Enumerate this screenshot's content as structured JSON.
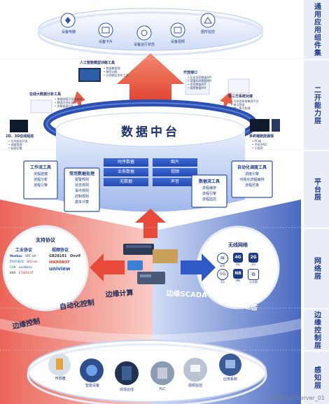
{
  "layers": [
    "通用应用组件集",
    "二开能力层",
    "平台层",
    "网络层",
    "边缘控制层",
    "感知层"
  ],
  "top_components": [
    "设备电器",
    "设备卡片",
    "设备运行状态",
    "设备视频",
    "图形监控"
  ],
  "capabilities": {
    "ai": {
      "title": "人工智能模型训练工具",
      "lines": [
        "• 数据集管理",
        "• 模型训练",
        "• 在线模型发布工具"
      ]
    },
    "online_data": {
      "title": "在线大数据分析工具",
      "lines": [
        "• 数据快报可视化编辑",
        "• 数据可视化展示",
        "• 多数据源分析"
      ]
    },
    "dev_port": {
      "title": "开放接口",
      "lines": [
        "• 历史时序数据API",
        "• 设备实时数据API",
        "• 实时数据API",
        "• 报警数据API"
      ]
    },
    "third": {
      "title": "第三方系统对接",
      "lines": [
        "• 与其他系统集成平台",
        "• 单点登录",
        "• 统一账号权限"
      ]
    },
    "editor": {
      "title": "2D、3D在线组态",
      "lines": [
        "• 在线组态开发",
        "• 调度管理",
        "• 画面切换"
      ]
    },
    "terminal": {
      "title": "多终端跨屏展现",
      "lines": [
        "• PC端",
        "• 手机/PAD",
        "• 小程序"
      ]
    }
  },
  "platform": {
    "title": "数据中台",
    "cells": [
      "时序数据",
      "图片",
      "业务数据",
      "视频",
      "无数据",
      "声音"
    ],
    "workflow": {
      "title": "工作流工具",
      "items": [
        "流程建模",
        "流程分析",
        "流程引擎"
      ]
    },
    "rules": {
      "title": "常用数据处理",
      "items": [
        "报警规则",
        "状态规则",
        "事件规则",
        "控制规则",
        "基本计算"
      ]
    },
    "flow": {
      "title": "数据流工具",
      "items": [
        "流程编排",
        "流程引擎",
        "流程监控"
      ]
    },
    "auto": {
      "title": "自动化调度工具",
      "items": [
        "调度引擎",
        "可视化流程编排",
        "流程仿真"
      ]
    }
  },
  "network": {
    "protocols_title": "支持协议",
    "industrial_title": "工业协议",
    "video_title": "视频协议",
    "industrial_logos": [
      "Modbus",
      "OPC UA",
      "PROFIBUS",
      "BACnet",
      "CAN",
      "LonWorks",
      "KNX",
      "ETHERCAT"
    ],
    "video_logos": [
      "GB28181",
      "Onvif",
      "HIKROBOT",
      "uniview"
    ],
    "wireless_title": "无线网络",
    "wireless_items": [
      "wifi",
      "4G",
      "2G",
      "5G",
      "NB",
      "以太网"
    ]
  },
  "edge_labels": [
    "边缘控制",
    "自动化控制",
    "边缘计算",
    "边缘SCADA",
    "2D/3D组态"
  ],
  "sensing_items": [
    "传感器",
    "智能设备",
    "现场总线",
    "PLC",
    "视频监控",
    "应用系统"
  ],
  "watermark": "CSDN @CServer_01"
}
